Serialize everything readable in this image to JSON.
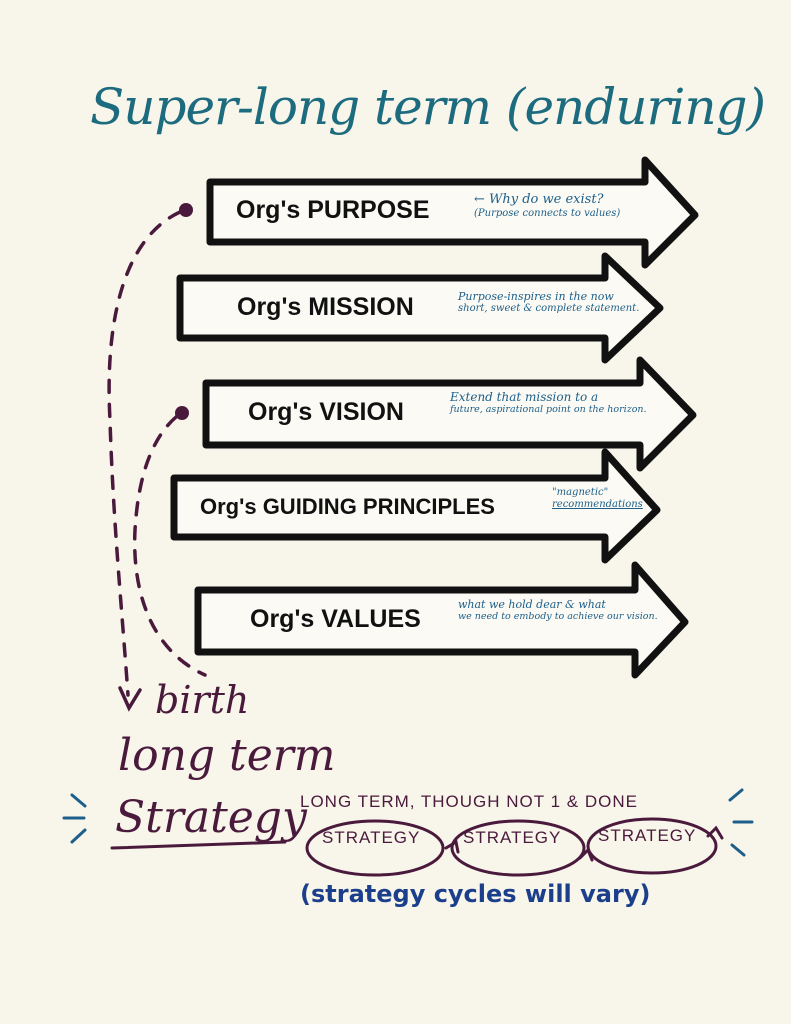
{
  "title": "Super-long term (enduring)",
  "arrows": [
    {
      "label": "Org's PURPOSE",
      "note_lines": [
        "← Why do we exist?",
        "(Purpose connects to values)"
      ]
    },
    {
      "label": "Org's  MISSION",
      "note_lines": [
        "Purpose-inspires in the now",
        "short, sweet & complete statement."
      ]
    },
    {
      "label": "Org's  VISION",
      "note_lines": [
        "Extend that mission to a",
        "future, aspirational point on the horizon."
      ]
    },
    {
      "label": "Org's GUIDING PRINCIPLES",
      "note_lines": [
        "\"magnetic\"",
        "recommendations"
      ]
    },
    {
      "label": "Org's VALUES",
      "note_lines": [
        "what we hold dear & what",
        "we need to embody to achieve our vision."
      ]
    }
  ],
  "lower": {
    "birth": "birth",
    "long_term": "long term",
    "strategy": "Strategy",
    "caps_note": "LONG TERM, THOUGH NOT 1 & DONE",
    "cycles": [
      "STRATEGY",
      "STRATEGY",
      "STRATEGY"
    ],
    "caption": "(strategy cycles will vary)"
  },
  "colors": {
    "title": "#1c6b7e",
    "note": "#1d5f8a",
    "plum": "#4a1a3c",
    "caption": "#1c3f8c",
    "outline": "#111111",
    "background": "#f8f5ea"
  }
}
